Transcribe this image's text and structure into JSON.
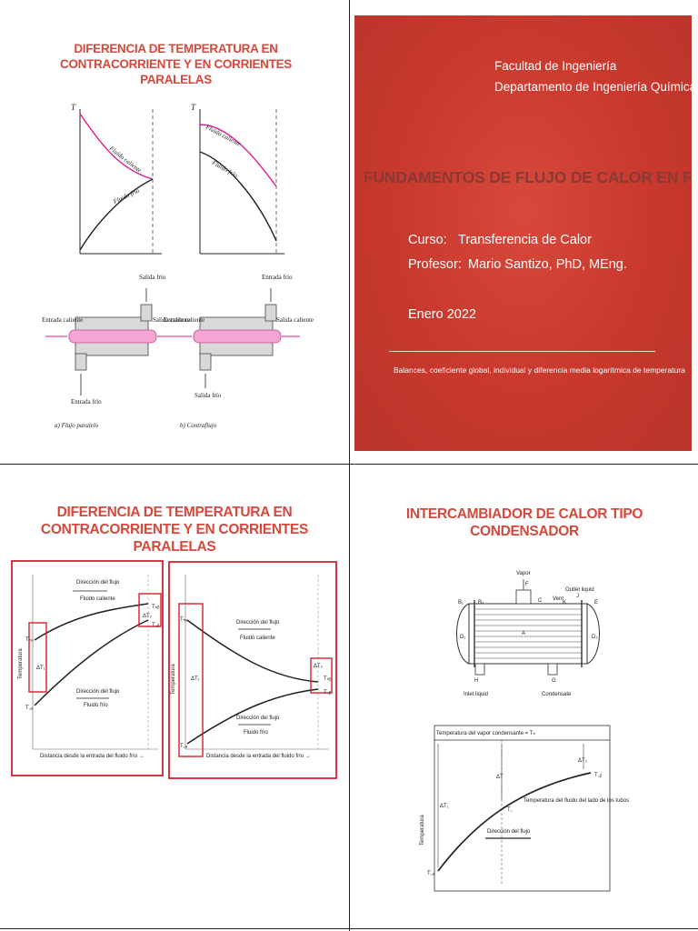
{
  "slide1": {
    "title": "DIFERENCIA DE TEMPERATURA EN CONTRACORRIENTE Y EN CORRIENTES PARALELAS",
    "axis_t": "T",
    "graph_a": {
      "hot": "Fluido caliente",
      "cold": "Fluido frío"
    },
    "graph_b": {
      "hot": "Fluido caliente",
      "cold": "Fluido frío"
    },
    "ex_a": {
      "salida_frio": "Salida frío",
      "entrada_caliente": "Entrada caliente",
      "salida_caliente": "Salida caliente",
      "entrada_frio": "Entrada frío",
      "caption": "a) Flujo paralelo"
    },
    "ex_b": {
      "entrada_frio": "Entrada frío",
      "entrada_caliente": "Entrada caliente",
      "salida_caliente": "Salida caliente",
      "salida_frio": "Salida frío",
      "caption": "b) Contraflujo"
    },
    "colors": {
      "hot": "#e21e8e",
      "cold": "#222222",
      "tube": "#f3a6d2"
    }
  },
  "slide2": {
    "faculty": "Facultad de Ingeniería",
    "department": "Departamento de Ingeniería Química",
    "heading": "FUNDAMENTOS DE FLUJO DE CALOR EN FLUIDOS",
    "course_label": "Curso:",
    "course_value": "Transferencia de Calor",
    "professor_label": "Profesor:",
    "professor_value": "Mario Santizo, PhD, MEng.",
    "date": "Enero 2022",
    "subtitle": "Balances, coeficiente global, individual y diferencia media logarítmica de temperatura",
    "colors": {
      "background": "#c93a2e",
      "heading": "#8a3a34"
    }
  },
  "slide3": {
    "title": "DIFERENCIA DE TEMPERATURA EN CONTRACORRIENTE Y EN CORRIENTES PARALELAS",
    "left": {
      "ylabel": "Temperatura",
      "xlabel": "Distancia desde la entrada del fluido frío →",
      "hot_dir": "Dirección del flujo",
      "hot_name": "Fluido caliente",
      "cold_dir": "Dirección del flujo",
      "cold_name": "Fluido frío",
      "dt1": "ΔT₁",
      "dt2": "ΔT₂",
      "tha": "Tₕₐ",
      "tca": "T꜀ₐ",
      "thb": "Tₕᵦ",
      "tcb": "T꜀ᵦ"
    },
    "right": {
      "ylabel": "Temperatura",
      "xlabel": "Distancia desde la entrada del fluido frío →",
      "hot_dir": "Dirección del flujo",
      "hot_name": "Fluido caliente",
      "cold_dir": "Dirección del flujo",
      "cold_name": "Fluido frío",
      "dt1": "ΔT₁",
      "dt2": "ΔT₂",
      "tha": "Tₕₐ",
      "tca": "T꜀ₐ",
      "thb": "Tₕᵦ",
      "tcb": "T꜀ᵦ"
    },
    "colors": {
      "frame": "#d4202e"
    }
  },
  "slide4": {
    "title": "INTERCAMBIADOR DE CALOR TIPO CONDENSADOR",
    "diagram": {
      "vapor": "Vapor",
      "outlet": "Outlet liquid",
      "vent": "Vent",
      "inlet": "Inlet liquid",
      "condensate": "Condensate",
      "b1": "B₁",
      "b2": "B₂",
      "c": "C",
      "f": "F",
      "k": "K",
      "j": "J",
      "e": "E",
      "d1": "D₁",
      "d2": "D₂",
      "a": "A",
      "h": "H",
      "g": "G"
    },
    "chart": {
      "top_label": "Temperatura del vapor condensante = Tₕ",
      "ylabel": "Temperatura",
      "dt1": "ΔT₁",
      "dt": "ΔT",
      "dt2": "ΔT₂",
      "tc": "T꜀",
      "tca": "T꜀ₐ",
      "tcb": "T꜀ᵦ",
      "fluid": "Temperatura del fluido del lado de los tubos",
      "direction": "Dirección del flujo"
    }
  }
}
